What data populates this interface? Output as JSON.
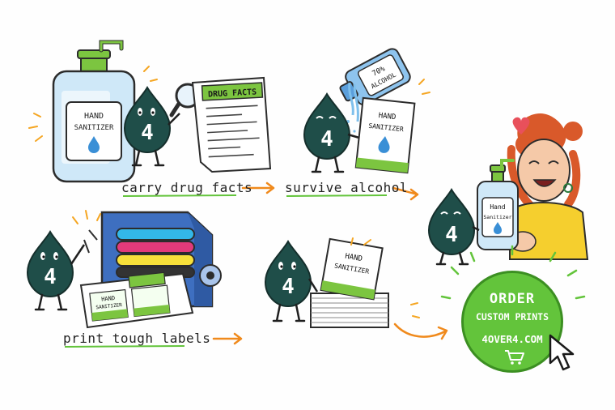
{
  "labels": {
    "bottle_main": [
      "HAND",
      "SANITIZER"
    ],
    "drug_facts": "DRUG FACTS",
    "alcohol_bottle": [
      "70%",
      "ALCOHOL"
    ],
    "label_card": [
      "HAND",
      "SANITIZER"
    ],
    "mascot_number": "4",
    "stack_label": [
      "HAND",
      "SANITIZER"
    ],
    "held_bottle": [
      "Hand",
      "Sanitizer"
    ],
    "printed_label": [
      "HAND",
      "SANITIZER"
    ]
  },
  "captions": {
    "step1": "carry drug facts",
    "step2": "survive alcohol",
    "step3": "print tough labels"
  },
  "cta": {
    "line1": "ORDER",
    "line2": "CUSTOM PRINTS",
    "line3": "4OVER4.COM"
  },
  "colors": {
    "mascot": "#1f4e49",
    "accent_green": "#63c43b",
    "arrow_orange": "#f08a1c",
    "bottle_blue": "#bfe0f5",
    "pump_green": "#7cc540",
    "heart": "#e8505b",
    "hair": "#d9592a",
    "sweater": "#f5cf2e",
    "printer_blue": "#3e6fc0"
  },
  "icons": [
    "magnifier-icon",
    "heart-icon",
    "cart-icon",
    "cursor-icon",
    "droplet-icon"
  ]
}
